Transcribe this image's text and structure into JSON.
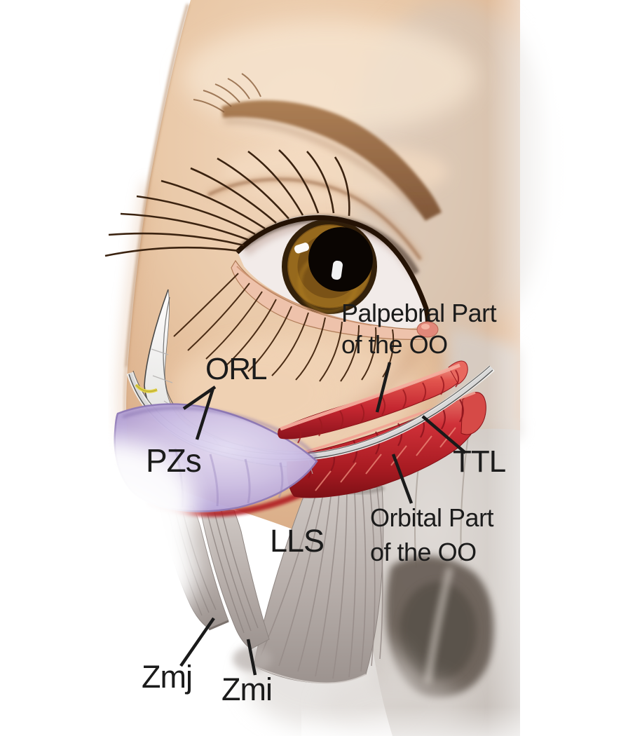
{
  "figure": {
    "kind": "anatomical-illustration",
    "region": "periorbital / lower eyelid and midcheek dissection"
  },
  "annotations": {
    "palpebral_oo": {
      "line1": "Palpebral Part",
      "line2": "of the OO"
    },
    "orl": {
      "label": "ORL"
    },
    "pzs": {
      "label": "PZs"
    },
    "ttl": {
      "label": "TTL"
    },
    "lls": {
      "label": "LLS"
    },
    "orbital_oo": {
      "line1": "Orbital Part",
      "line2": "of the OO"
    },
    "zmj": {
      "label": "Zmj"
    },
    "zmi": {
      "label": "Zmi"
    }
  },
  "palette": {
    "background": "#ffffff",
    "skin": "#e8c7a6",
    "muscle_red": "#c42630",
    "muscle_red_highlight": "#f2a293",
    "ligament_white": "#f0efed",
    "space_purple": "#b6a3d6",
    "tendon_gray": "#b3aaa6",
    "bone_gray": "#d4cec9",
    "bone_recess": "#6b6058",
    "iris_brown": "#7a5216",
    "nerve_yellow": "#e3d44c",
    "label_text": "#1b1b1b",
    "leader_line": "#1a1a1a"
  }
}
